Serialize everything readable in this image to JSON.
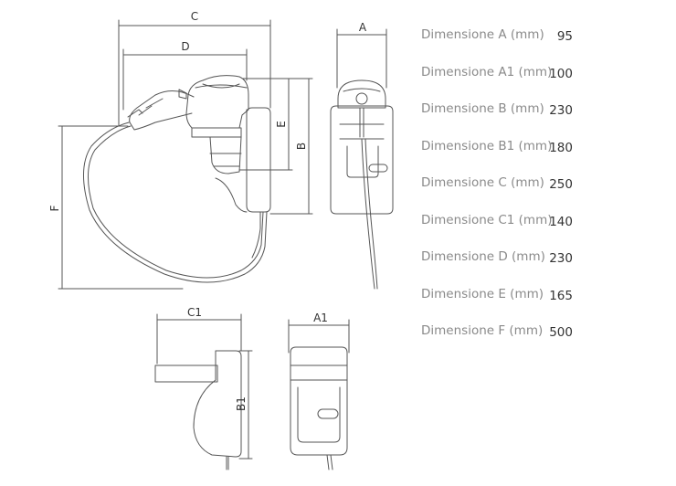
{
  "labels": {
    "C": "C",
    "D": "D",
    "A": "A",
    "E": "E",
    "B": "B",
    "F": "F",
    "C1": "C1",
    "A1": "A1",
    "B1": "B1"
  },
  "specs": [
    {
      "label": "Dimensione A (mm)",
      "value": "95"
    },
    {
      "label": "Dimensione A1 (mm)",
      "value": "100"
    },
    {
      "label": "Dimensione B (mm)",
      "value": "230"
    },
    {
      "label": "Dimensione B1 (mm)",
      "value": "180"
    },
    {
      "label": "Dimensione C (mm)",
      "value": "250"
    },
    {
      "label": "Dimensione C1 (mm)",
      "value": "140"
    },
    {
      "label": "Dimensione D (mm)",
      "value": "230"
    },
    {
      "label": "Dimensione E (mm)",
      "value": "165"
    },
    {
      "label": "Dimensione F (mm)",
      "value": "500"
    }
  ]
}
